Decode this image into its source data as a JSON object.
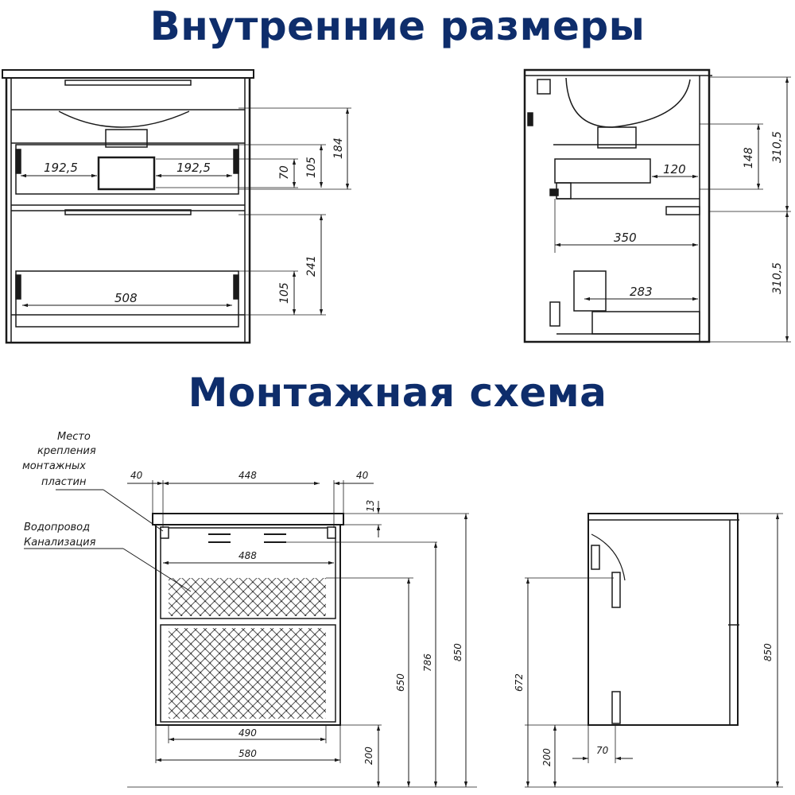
{
  "headings": {
    "internal": "Внутренние размеры",
    "mounting": "Монтажная схема"
  },
  "front_internal": {
    "d_192_left": "192,5",
    "d_192_right": "192,5",
    "d_70": "70",
    "d_105_top": "105",
    "d_184": "184",
    "d_508": "508",
    "d_105_bottom": "105",
    "d_241": "241"
  },
  "side_internal": {
    "d_120": "120",
    "d_148": "148",
    "d_310_top": "310,5",
    "d_350": "350",
    "d_283": "283",
    "d_310_bottom": "310,5"
  },
  "mount_front": {
    "note_plates": [
      "Место",
      "крепления",
      "монтажных",
      "пластин"
    ],
    "note_pipes": [
      "Водопровод",
      "Канализация"
    ],
    "d_40_left": "40",
    "d_448": "448",
    "d_40_right": "40",
    "d_13": "13",
    "d_488": "488",
    "d_490": "490",
    "d_580": "580",
    "d_200": "200",
    "d_650": "650",
    "d_786": "786",
    "d_850": "850"
  },
  "mount_side": {
    "d_672": "672",
    "d_200": "200",
    "d_70": "70",
    "d_850": "850"
  },
  "colors": {
    "heading": "#0e2d6b",
    "lines": "#1a1a1a"
  }
}
